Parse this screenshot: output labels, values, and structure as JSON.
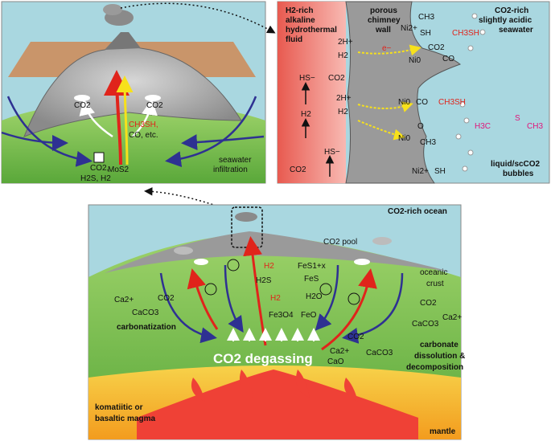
{
  "panels": {
    "vent": {
      "labels": {
        "co2_left": "CO2",
        "co2_right": "CO2",
        "ch3sh": "CH3SH,",
        "co_etc": "CO, etc.",
        "co2_deep": "CO2,",
        "h2s_h2": "H2S, H2",
        "mos2": "MoS2",
        "seawater": "seawater",
        "infiltration": "infiltration"
      }
    },
    "chimney": {
      "labels": {
        "fluid_1": "H2-rich",
        "fluid_2": "alkaline",
        "fluid_3": "hydrothermal",
        "fluid_4": "fluid",
        "porous_1": "porous",
        "porous_2": "chimney",
        "porous_3": "wall",
        "sea_1": "CO2-rich",
        "sea_2": "slightly acidic",
        "sea_3": "seawater",
        "hs_top": "HS−",
        "co2_mid": "CO2",
        "h2_mid": "H2",
        "co2_low": "CO2",
        "hs_low": "HS−",
        "proton_1": "2H+",
        "h2_a": "H2",
        "proton_2": "2H+",
        "h2_b": "H2",
        "e": "e−",
        "ni_1": "Ni2+",
        "ch3": "CH3",
        "sh": "SH",
        "ch3sh_red": "CH3SH",
        "co2_r": "CO2",
        "co": "CO",
        "ni_2": "Ni0",
        "ni_3": "Ni0",
        "co_2": "CO",
        "ch3sh_red2": "CH3SH",
        "ni_4": "Ni0",
        "o": "O",
        "ch3_2": "CH3",
        "h3c": "H3C",
        "s_thio": "S",
        "ch3_3": "CH3",
        "ni_5": "Ni2+",
        "sh_2": "SH",
        "bubbles_1": "liquid/scCO2",
        "bubbles_2": "bubbles"
      }
    },
    "crust": {
      "labels": {
        "ocean": "CO2-rich ocean",
        "pool": "CO2 pool",
        "oceanic_1": "oceanic",
        "oceanic_2": "crust",
        "h2_top": "H2",
        "fes1x": "FeS1+x",
        "h2s": "H2S",
        "fes": "FeS",
        "h2_mid": "H2",
        "h2o": "H2O",
        "fe3o4": "Fe3O4",
        "feo": "FeO",
        "ca2_left": "Ca2+",
        "co2_left": "CO2",
        "caco3_left": "CaCO3",
        "carbonatization": "carbonatization",
        "co2_right": "CO2",
        "caco3_right": "CaCO3",
        "ca2_right": "Ca2+",
        "co2_low": "CO2",
        "ca2_low": "Ca2+",
        "cao": "CaO",
        "caco3_low": "CaCO3",
        "degassing": "CO2 degassing",
        "carbonate_1": "carbonate",
        "carbonate_2": "dissolution &",
        "carbonate_3": "decomposition",
        "magma_1": "komatiitic or",
        "magma_2": "basaltic magma",
        "mantle": "mantle"
      }
    }
  },
  "colors": {
    "sky": "#a9d7e0",
    "mountain_brown": "#c9956a",
    "rock_gray": "#a9a9a9",
    "green": "#7cc242",
    "magma_red": "#ef4136",
    "orange": "#f7a21b",
    "flow_blue": "#2e3192",
    "fluid_pink": "#f09b94",
    "arrow_yellow": "#f7e11b"
  }
}
